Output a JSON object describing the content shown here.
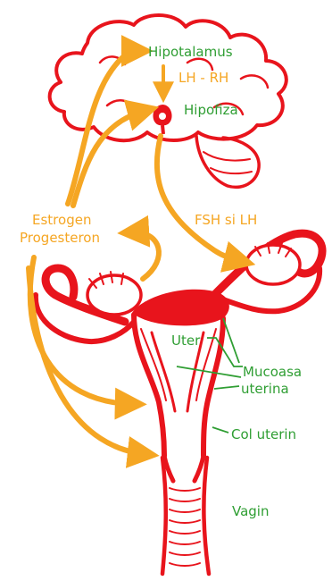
{
  "labels": {
    "hypothalamus": "Hipotalamus",
    "lh_rh": "LH - RH",
    "pituitary": "Hipofiza",
    "fsh_lh": "FSH si LH",
    "estrogen": "Estrogen",
    "progesterone": "Progesteron",
    "uterus": "Uter",
    "mucosa": "Mucoasa",
    "mucosa2": "uterina",
    "cervix": "Col uterin",
    "vagina": "Vagin"
  },
  "colors": {
    "organ_outline": "#e8141c",
    "hormone_arrows": "#f5a623",
    "anatomy_labels": "#2f9e33",
    "hormone_labels": "#f5a623"
  }
}
